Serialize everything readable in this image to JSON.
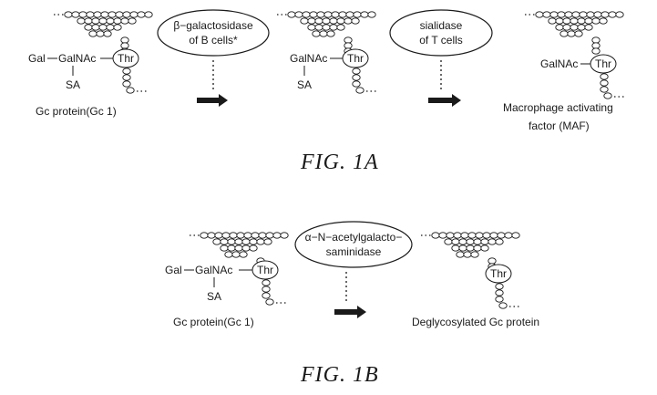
{
  "figure_1a": {
    "caption": "FIG.  1A",
    "stage1": {
      "gal": "Gal",
      "galnac": "GalNAc",
      "thr": "Thr",
      "sa": "SA",
      "name": "Gc protein(Gc 1)"
    },
    "enzyme1": {
      "line1": "β−galactosidase",
      "line2": "of B cells*"
    },
    "stage2": {
      "galnac": "GalNAc",
      "thr": "Thr",
      "sa": "SA"
    },
    "enzyme2": {
      "line1": "sialidase",
      "line2": "of T cells"
    },
    "stage3": {
      "galnac": "GalNAc",
      "thr": "Thr",
      "name_line1": "Macrophage activating",
      "name_line2": "factor (MAF)"
    }
  },
  "figure_1b": {
    "caption": "FIG.  1B",
    "stage1": {
      "gal": "Gal",
      "galnac": "GalNAc",
      "thr": "Thr",
      "sa": "SA",
      "name": "Gc protein(Gc 1)"
    },
    "enzyme": {
      "line1": "α−N−acetylgalacto−",
      "line2": "saminidase"
    },
    "stage2": {
      "thr": "Thr",
      "name": "Deglycosylated Gc protein"
    }
  }
}
